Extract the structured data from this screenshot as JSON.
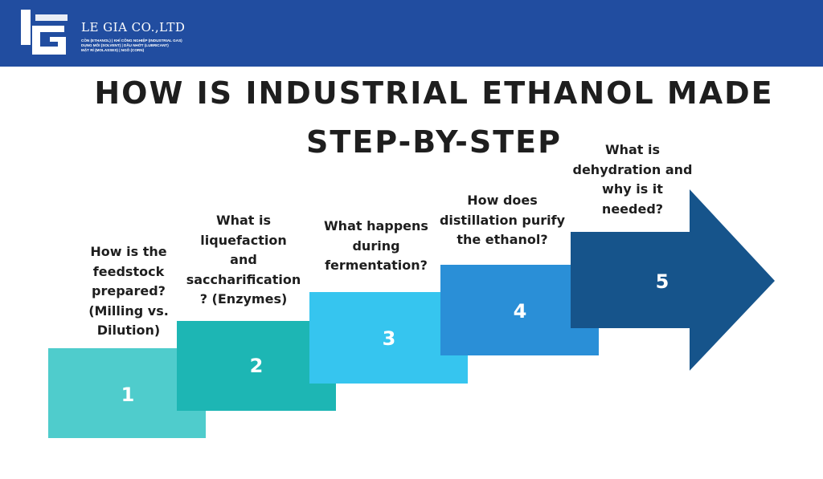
{
  "header": {
    "company_name": "LE GIA CO.,LTD",
    "tagline_lines": [
      "CỒN (ETHANOL) | KHÍ CÔNG NGHIỆP (INDUSTRIAL GAS)",
      "DUNG MÔI (SOLVENT) | DẦU NHỚT (LUBRICANT)",
      "MẬT RỈ (MOLASSES) | NGÔ (CORN)"
    ],
    "colors": {
      "banner": "#214da0",
      "logo": "#ffffff"
    }
  },
  "title": {
    "line1": "HOW IS INDUSTRIAL ETHANOL MADE",
    "line2": "STEP-BY-STEP"
  },
  "steps": [
    {
      "number": "1",
      "question_lines": [
        "How is the",
        "feedstock",
        "prepared?",
        "(Milling vs.",
        "Dilution)"
      ],
      "color": "#4fcccc"
    },
    {
      "number": "2",
      "question_lines": [
        "What is",
        "liquefaction",
        "and",
        "saccharification",
        "? (Enzymes)"
      ],
      "color": "#1db6b4"
    },
    {
      "number": "3",
      "question_lines": [
        "What happens",
        "during",
        "fermentation?"
      ],
      "color": "#36c5ef"
    },
    {
      "number": "4",
      "question_lines": [
        "How does",
        "distillation purify",
        "the ethanol?"
      ],
      "color": "#2a8fd7"
    },
    {
      "number": "5",
      "question_lines": [
        "What is",
        "dehydration and",
        "why is it",
        "needed?"
      ],
      "color": "#16548b"
    }
  ]
}
